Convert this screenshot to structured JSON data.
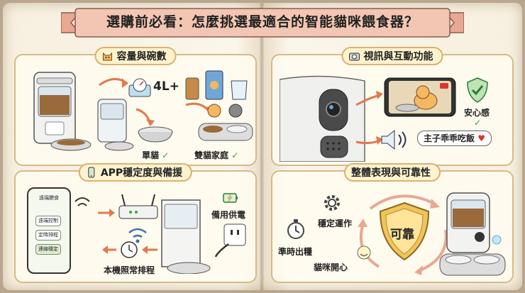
{
  "title": "選購前必看：怎麼挑選最適合的智能貓咪餵食器？",
  "sections": {
    "capacity": {
      "title": "容量與碗數",
      "capacity_value": "4L+",
      "single_label": "單貓",
      "multi_label": "雙貓家庭"
    },
    "video": {
      "title": "視訊與互動功能",
      "reassure_label": "安心感",
      "speech_bubble": "主子乖乖吃飯"
    },
    "app": {
      "title": "APP穩定度與備援",
      "backup_power_label": "備用供電",
      "offline_label": "本機照常排程",
      "phone_header": "遠端餵食",
      "phone_buttons": [
        "遠端控制",
        "定時排程",
        "連線穩定"
      ]
    },
    "reliability": {
      "title": "整體表現與可靠性",
      "shield_label": "可靠",
      "stable_label": "穩定運作",
      "ontime_label": "準時出糧",
      "happy_label": "貓咪開心"
    }
  },
  "colors": {
    "ribbon": "#f2c6b2",
    "panel_border": "#d7b98a",
    "title_pill": "#fff3cf",
    "arrow": "#e07a4f",
    "check": "#3aa14a",
    "shield": "#f2c45a"
  }
}
